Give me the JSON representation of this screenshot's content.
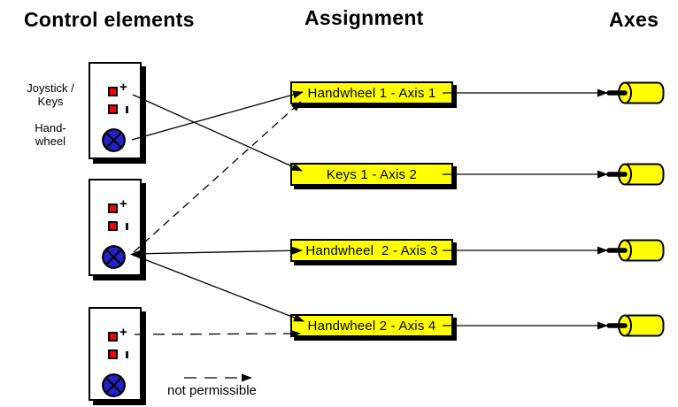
{
  "headers": {
    "control_elements": "Control elements",
    "assignment": "Assignment",
    "axes": "Axes"
  },
  "control_panel_labels": {
    "joystick_line1": "Joystick /",
    "joystick_line2": "Keys",
    "handwheel_line1": "Hand-",
    "handwheel_line2": "wheel"
  },
  "key_labels": {
    "plus": "+",
    "minus": "-"
  },
  "assignments": [
    {
      "label": "Handwheel 1 - Axis 1"
    },
    {
      "label": "Keys 1 - Axis 2"
    },
    {
      "label": "Handwheel  2 - Axis 3"
    },
    {
      "label": "Handwheel 2 - Axis 4"
    }
  ],
  "axes_count": 4,
  "legend": {
    "label": "not permissible"
  },
  "connections": [
    {
      "from": "control-1-keys",
      "to": "Keys 1 - Axis 2",
      "style": "solid"
    },
    {
      "from": "control-1-handwheel",
      "to": "Handwheel 1 - Axis 1",
      "style": "solid"
    },
    {
      "from": "control-2-handwheel",
      "to": "Handwheel 2 - Axis 3",
      "style": "solid"
    },
    {
      "from": "control-2-handwheel",
      "to": "Handwheel 2 - Axis 4",
      "style": "solid"
    },
    {
      "from": "control-2-handwheel",
      "to": "Handwheel 1 - Axis 1",
      "style": "dashed-not-permissible"
    },
    {
      "from": "control-3-keys",
      "to": "Handwheel 2 - Axis 4",
      "style": "dashed-not-permissible"
    },
    {
      "from": "Handwheel 1 - Axis 1",
      "to": "axis-1",
      "style": "solid"
    },
    {
      "from": "Keys 1 - Axis 2",
      "to": "axis-2",
      "style": "solid"
    },
    {
      "from": "Handwheel  2 - Axis 3",
      "to": "axis-3",
      "style": "solid"
    },
    {
      "from": "Handwheel 2 - Axis 4",
      "to": "axis-4",
      "style": "solid"
    }
  ],
  "colors": {
    "assignment_fill": "#ffff00",
    "axis_fill": "#ffff00",
    "key_red": "#ff0000",
    "handwheel_blue": "#2222cc",
    "line": "#000000"
  }
}
